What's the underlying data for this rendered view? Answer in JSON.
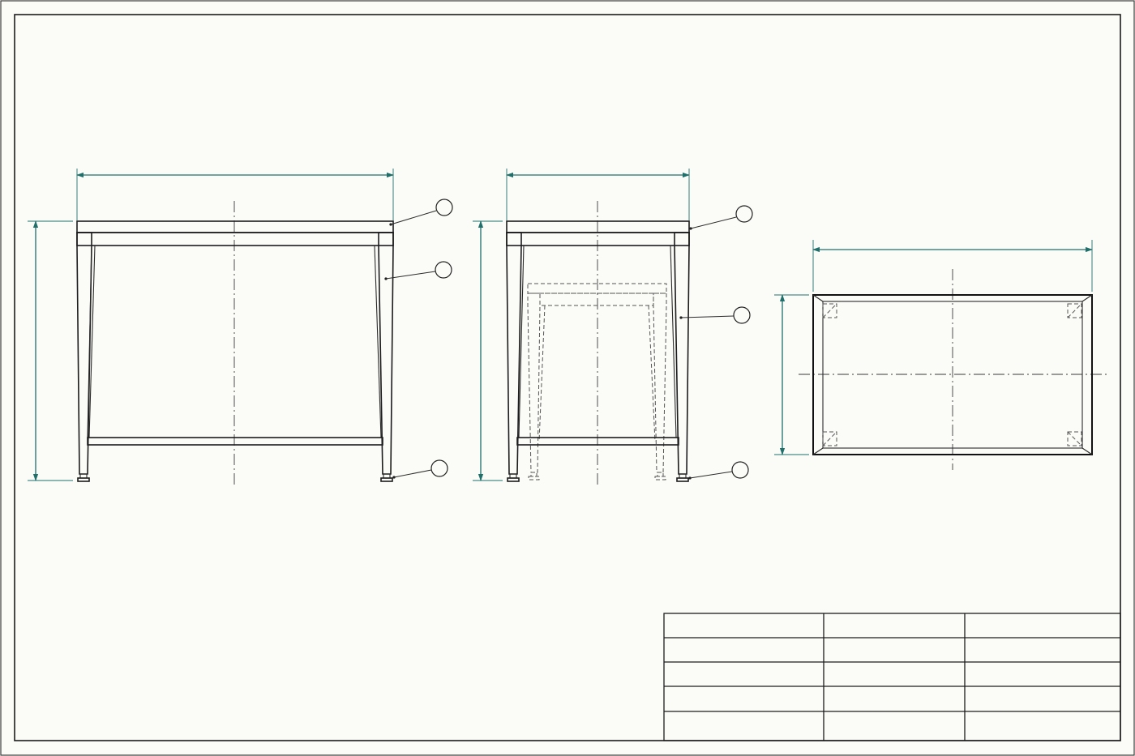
{
  "colors": {
    "paper": "#fbfbf8",
    "line": "#1c1c1c",
    "dimension": "#1f6f6a"
  },
  "views": [
    {
      "name": "front-view",
      "balloons": [
        "",
        "",
        ""
      ]
    },
    {
      "name": "side-view",
      "balloons": [
        "",
        "",
        ""
      ]
    },
    {
      "name": "top-view",
      "balloons": []
    }
  ],
  "title_block": {
    "rows": [
      [
        "",
        "",
        ""
      ],
      [
        "",
        "",
        ""
      ],
      [
        "",
        "",
        ""
      ],
      [
        "",
        "",
        ""
      ],
      [
        "",
        "",
        ""
      ]
    ]
  }
}
